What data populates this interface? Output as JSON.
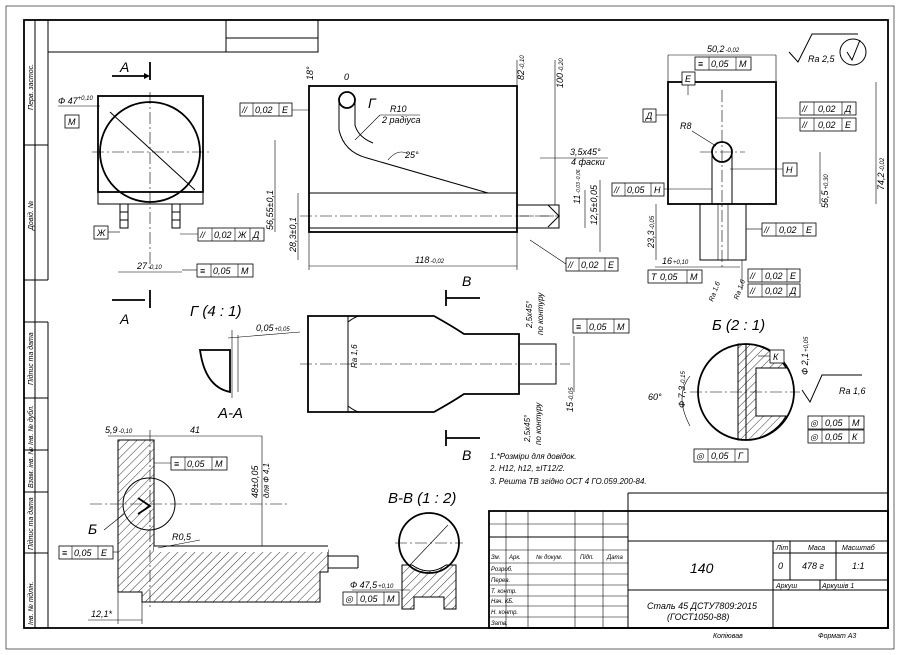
{
  "side_strip": {
    "perv_zastos": "Перв. застос.",
    "dovid_no": "Довід. №",
    "pidpys_data_1": "Підпис та дата",
    "inv_dubl": "Інв. № дубл.",
    "vzam_inv": "Взам. інв. №",
    "pidpys_data_2": "Підпис та дата",
    "inv_pidl": "Інв. № підлін."
  },
  "roughness": {
    "main": "Ra 2,5",
    "b_view": "Ra 1,6",
    "g_section": "Ra 1,6"
  },
  "view_a": {
    "label_top": "А",
    "label_bottom": "А",
    "diameter": "Ф 47",
    "diameter_tol": "+0,10",
    "datum_m": "М",
    "datum_zh": "Ж",
    "tol_parallel": {
      "symbol": "//",
      "value": "0,02",
      "refs": [
        "Ж",
        "Д"
      ]
    },
    "dim_27": "27",
    "dim_27_tol": "-0,10",
    "tol_sym": {
      "symbol": "≡",
      "value": "0,05",
      "ref": "М"
    }
  },
  "main_view": {
    "tol_left": {
      "symbol": "//",
      "value": "0,02",
      "ref": "Е"
    },
    "angle_18": "18°",
    "zero": "0",
    "g_label": "Г",
    "r10": "R10",
    "two_radius": "2 радіуса",
    "angle_25": "25°",
    "dim_82": "82",
    "dim_82_tol": "-0,10",
    "dim_100": "100",
    "dim_100_tol": "-0,20",
    "chamfer": "3,5x45°",
    "chamfer_note": "4 фаски",
    "dim_11": "11",
    "dim_11_tol": "-0,03 -0,06",
    "dim_12_5": "12,5±0,05",
    "dim_56_55": "56,55±0,1",
    "dim_28_3": "28,3±0,1",
    "dim_118": "118",
    "dim_118_tol": "-0,02",
    "tol_right": {
      "symbol": "//",
      "value": "0,02",
      "ref": "Е"
    }
  },
  "right_view": {
    "dim_50_2": "50,2",
    "dim_50_2_tol": "-0,02",
    "tol_sym": {
      "symbol": "≡",
      "value": "0,05",
      "ref": "М"
    },
    "datum_e": "Е",
    "datum_d": "Д",
    "r8": "R8",
    "tol_d": {
      "symbol": "//",
      "value": "0,02",
      "ref": "Д"
    },
    "tol_e": {
      "symbol": "//",
      "value": "0,02",
      "ref": "Е"
    },
    "datum_n": "Н",
    "tol_n": {
      "symbol": "//",
      "value": "0,05",
      "ref": "Н"
    },
    "dim_56_5": "56,5",
    "dim_56_5_tol": "+0,30",
    "dim_74_2": "74,2",
    "dim_74_2_tol": "-0,02",
    "dim_23_3": "23,3",
    "dim_23_3_tol": "-0,05",
    "tol_e2": {
      "symbol": "//",
      "value": "0,02",
      "ref": "Е"
    },
    "dim_16": "16",
    "dim_16_tol": "+0,10",
    "tol_t": {
      "symbol": "T",
      "value": "0,05",
      "ref": "М"
    },
    "ra_a": "Ra 1,6",
    "ra_b": "Ra 1,6",
    "tol_e3": {
      "symbol": "//",
      "value": "0,02",
      "ref": "Е"
    },
    "tol_d3": {
      "symbol": "//",
      "value": "0,02",
      "ref": "Д"
    }
  },
  "view_g": {
    "title": "Г (4 : 1)",
    "dim": "0,05",
    "dim_tol": "+0,05"
  },
  "section_v": {
    "label_top": "В",
    "label_bottom": "В",
    "ra": "Ra 1,6",
    "chamfer_top": "2,5x45°",
    "chamfer_top_note": "по контуру",
    "chamfer_bot": "2,5x45°",
    "chamfer_bot_note": "по контуру",
    "dim_15": "15",
    "dim_15_tol": "-0,05",
    "tol_sym": {
      "symbol": "≡",
      "value": "0,05",
      "ref": "М"
    }
  },
  "view_b": {
    "title": "Б (2 : 1)",
    "datum_k": "К",
    "dia_21": "Ф 2,1",
    "dia_21_tol": "+0,05",
    "angle_60": "60°",
    "dia_73": "Ф 7,3",
    "dia_73_tol": "-0,15",
    "tol_circ_m": {
      "symbol": "◎",
      "value": "0,05",
      "ref": "М"
    },
    "tol_circ_k": {
      "symbol": "◎",
      "value": "0,05",
      "ref": "К"
    },
    "tol_circ_g": {
      "symbol": "◎",
      "value": "0,05",
      "ref": "Г"
    }
  },
  "notes": [
    "1.*Розміри для довідок.",
    "2. Н12, h12, ±IT12/2.",
    "3. Решта ТВ згідно ОСТ 4 ГО.059.200-84."
  ],
  "section_aa": {
    "title": "А-А",
    "dim_5_9": "5,9",
    "dim_5_9_tol": "-0,10",
    "dim_41": "41",
    "tol_sym": {
      "symbol": "≡",
      "value": "0,05",
      "ref": "М"
    },
    "dim_48": "48±0,05",
    "dim_48_note": "для Ф 4,1",
    "b_label": "Б",
    "r0_5": "R0,5",
    "tol_e": {
      "symbol": "≡",
      "value": "0,05",
      "ref": "Е"
    },
    "dim_12_1": "12,1*"
  },
  "section_bb": {
    "title": "В-В (1 : 2)",
    "dia": "Ф 47,5",
    "dia_tol": "+0,10",
    "tol_circ": {
      "symbol": "◎",
      "value": "0,05",
      "ref": "М"
    }
  },
  "title_block": {
    "designation": "140",
    "material_1": "Сталь 45 ДСТУ7809:2015",
    "material_2": "(ГОСТ1050-88)",
    "lit": "Літ",
    "masa": "Маса",
    "masshtab": "Масштаб",
    "lit_value": "0",
    "masa_value": "478 г",
    "masshtab_value": "1:1",
    "arkush": "Аркуш",
    "arkushiv": "Аркушів 1",
    "rev_headers": [
      "Зм.",
      "Арк.",
      "№ докум.",
      "Підп.",
      "Дата"
    ],
    "roles": [
      "Розроб.",
      "Перев.",
      "Т. контр.",
      "Нач. КБ.",
      "Н. контр.",
      "Затв."
    ],
    "kopiuvav": "Копіював",
    "format": "Формат А3"
  }
}
